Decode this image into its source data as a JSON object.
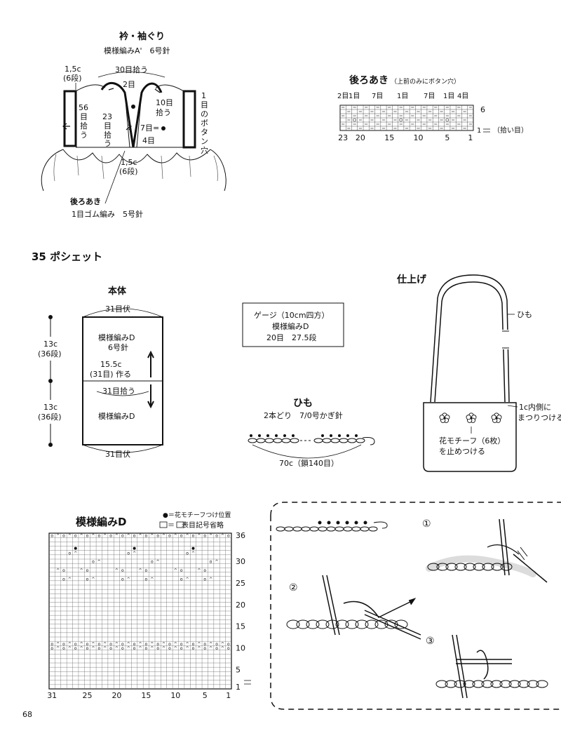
{
  "page_number": "68",
  "collar": {
    "title": "衿・袖ぐり",
    "subtitle": "模様編みA'　6号針",
    "label_left_c": "1,5c",
    "label_left_dan": "(6段)",
    "label_30": "30目拾う",
    "label_2me": "2目",
    "label_10me": "10目",
    "label_10me_2": "拾う",
    "label_56": [
      "56",
      "目",
      "拾",
      "う"
    ],
    "label_23": [
      "23",
      "目",
      "拾",
      "う"
    ],
    "label_7me": "7目=",
    "label_4me": "4目",
    "label_1me_btn": [
      "1",
      "目",
      "の",
      "ボ",
      "タ",
      "ン",
      "穴"
    ],
    "label_bottom_c": "1,5c",
    "label_bottom_dan": "(6段)",
    "back_opening": "後ろあき",
    "rib": "1目ゴム編み　5号針"
  },
  "back_opening_chart": {
    "title": "後ろあき",
    "note": "（上前のみにボタン穴）",
    "top_labels": [
      "2目",
      "1目",
      "7目",
      "1目",
      "7目",
      "1目",
      "4目"
    ],
    "row_right": "6",
    "row_bottom": "1",
    "pickup": "（拾い目）",
    "x_ticks": [
      "23",
      "20",
      "15",
      "10",
      "5",
      "1"
    ]
  },
  "pochette": {
    "section_title": "35 ポシェット",
    "body_title": "本体",
    "top": "31目伏",
    "bottom": "31目伏",
    "upper_pattern": "模様編みD",
    "upper_needle": "6号針",
    "width_c": "15.5c",
    "width_make": "(31目) 作る",
    "pickup31": "31目拾う",
    "lower_pattern": "模様編みD",
    "left_1c": "13c",
    "left_1d": "(36段)",
    "left_2c": "13c",
    "left_2d": "(36段)"
  },
  "gauge": {
    "line1": "ゲージ（10cm四方）",
    "line2": "模様編みD",
    "line3": "20目　27.5段"
  },
  "strap": {
    "title": "ひも",
    "subtitle": "2本どり　7/0号かぎ針",
    "length": "70c（鎖140目）"
  },
  "finish": {
    "title": "仕上げ",
    "himo": "ひも",
    "attach1": "1c内側に",
    "attach2": "まつりつける",
    "motif1": "花モチーフ（6枚）",
    "motif2": "を止めつける"
  },
  "pattern_d": {
    "title": "模様編みD",
    "legend1": "●＝花モチーフつけ位置",
    "legend2": "＝　表目記号省略",
    "y_ticks": [
      "36",
      "30",
      "25",
      "20",
      "15",
      "10",
      "5",
      "1"
    ],
    "x_ticks": [
      "31",
      "25",
      "20",
      "15",
      "10",
      "5",
      "1"
    ]
  },
  "steps": {
    "s1": "①",
    "s2": "②",
    "s3": "③"
  }
}
